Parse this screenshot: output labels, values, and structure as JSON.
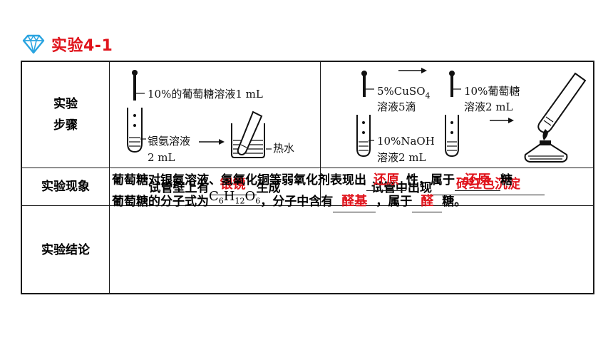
{
  "title": "实验4-1",
  "rows": {
    "procedure": {
      "header_line1": "实验",
      "header_line2": "步骤",
      "left_fig": {
        "label_glucose": "10%的葡萄糖溶液1 mL",
        "label_silver_line1": "银氨溶液",
        "label_silver_line2": "2 mL",
        "label_hot_water": "热水"
      },
      "right_fig": {
        "label_cuso4_line1": "5%CuSO",
        "label_cuso4_sub": "4",
        "label_cuso4_line2": "溶液5滴",
        "label_naoh_line1": "10%NaOH",
        "label_naoh_line2": "溶液2 mL",
        "label_glucose_line1": "10%葡萄糖",
        "label_glucose_line2": "溶液2 mL"
      }
    },
    "phenomenon": {
      "header": "实验现象",
      "left_prefix": "试管壁上有",
      "left_answer": "银镜",
      "left_suffix": "生成",
      "right_prefix": "试管中出现",
      "right_answer": "砖红色沉淀"
    },
    "conclusion": {
      "header": "实验结论",
      "line1_prefix": "葡萄糖对银氨溶液、氢氧化铜等弱氧化剂表现出",
      "line1_answer1": "还原",
      "line1_mid": "性，属于",
      "line1_answer2": "还原",
      "line1_suffix": "糖",
      "line2_prefix": "葡萄糖的分子式为",
      "formula_c": "C",
      "formula_c_sub": "6",
      "formula_h": "H",
      "formula_h_sub": "12",
      "formula_o": "O",
      "formula_o_sub": "6",
      "line2_mid": "，分子中含有",
      "line2_answer1": "醛基",
      "line2_mid2": "，属于",
      "line2_answer2": "醛",
      "line2_suffix": "糖。"
    }
  },
  "colors": {
    "accent_red": "#e0141c",
    "gem_blue": "#2aa4e0",
    "border": "#1a1a1a"
  },
  "icons": {
    "title_icon": "diamond-icon"
  }
}
